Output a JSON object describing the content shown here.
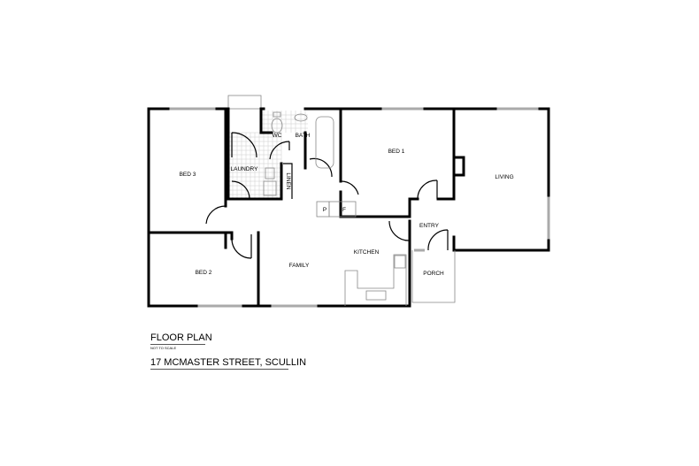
{
  "rooms": {
    "bed3": "BED 3",
    "bed2": "BED 2",
    "laundry": "LAUNDRY",
    "wc": "WC",
    "bath": "BATH",
    "linen": "LINEN",
    "bed1": "BED 1",
    "living": "LIVING",
    "pantry": "P",
    "fridge": "F",
    "family": "FAMILY",
    "kitchen": "KITCHEN",
    "entry": "ENTRY",
    "porch": "PORCH"
  },
  "caption": {
    "title": "FLOOR PLAN",
    "scale_note": "NOT TO SCALE",
    "address": "17 MCMASTER STREET, SCULLIN"
  }
}
